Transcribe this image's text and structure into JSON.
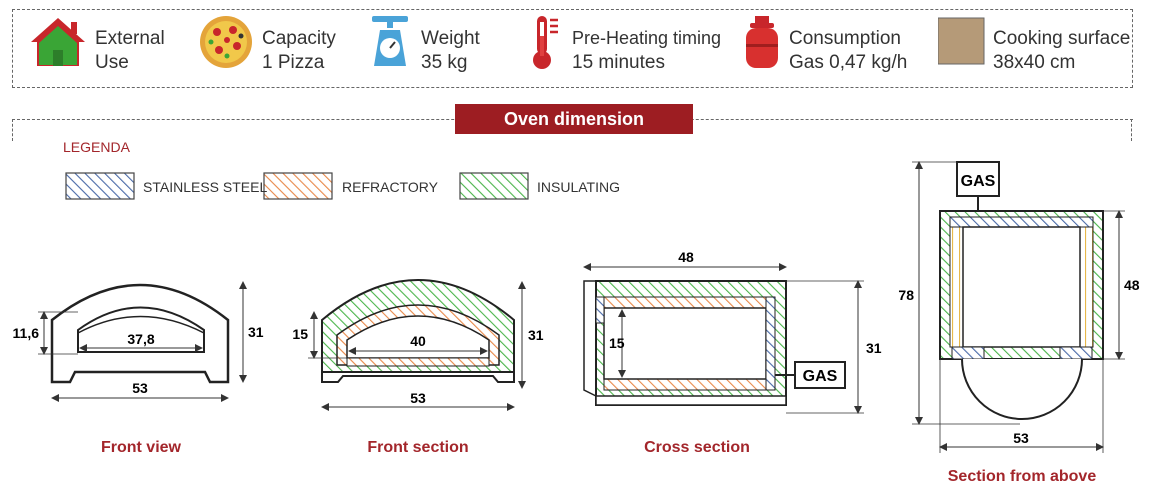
{
  "specs": [
    {
      "icon": "house-icon",
      "line1": "External",
      "line2": "Use"
    },
    {
      "icon": "pizza-icon",
      "line1": "Capacity",
      "line2": "1 Pizza"
    },
    {
      "icon": "scale-icon",
      "line1": "Weight",
      "line2": "35 kg"
    },
    {
      "icon": "thermometer-icon",
      "line1": "Pre-Heating timing",
      "line2": "15 minutes"
    },
    {
      "icon": "gas-bottle-icon",
      "line1": "Consumption",
      "line2": "Gas 0,47 kg/h"
    },
    {
      "icon": "stone-surface-icon",
      "line1": "Cooking surface",
      "line2": "38x40 cm"
    }
  ],
  "section_title": "Oven dimension",
  "legend": {
    "title": "LEGENDA",
    "items": [
      {
        "label": "STAINLESS STEEL",
        "color": "#4a6aa8"
      },
      {
        "label": "REFRACTORY",
        "color": "#e8894a"
      },
      {
        "label": "INSULATING",
        "color": "#4bb54b"
      }
    ]
  },
  "views": {
    "front_view": {
      "caption": "Front view",
      "inner_width": "37,8",
      "mouth_height": "11,6",
      "width": "53",
      "height": "31"
    },
    "front_section": {
      "caption": "Front section",
      "inner_width": "40",
      "inner_height": "15",
      "width": "53",
      "height": "31"
    },
    "cross_section": {
      "caption": "Cross section",
      "depth": "48",
      "inner_height": "15",
      "height": "31",
      "gas": "GAS"
    },
    "section_above": {
      "caption": "Section from above",
      "length": "78",
      "depth": "48",
      "width": "53",
      "gas": "GAS"
    }
  },
  "colors": {
    "accent": "#9d1d22",
    "steel": "#4a6aa8",
    "refractory": "#e8894a",
    "insulating": "#4bb54b"
  }
}
